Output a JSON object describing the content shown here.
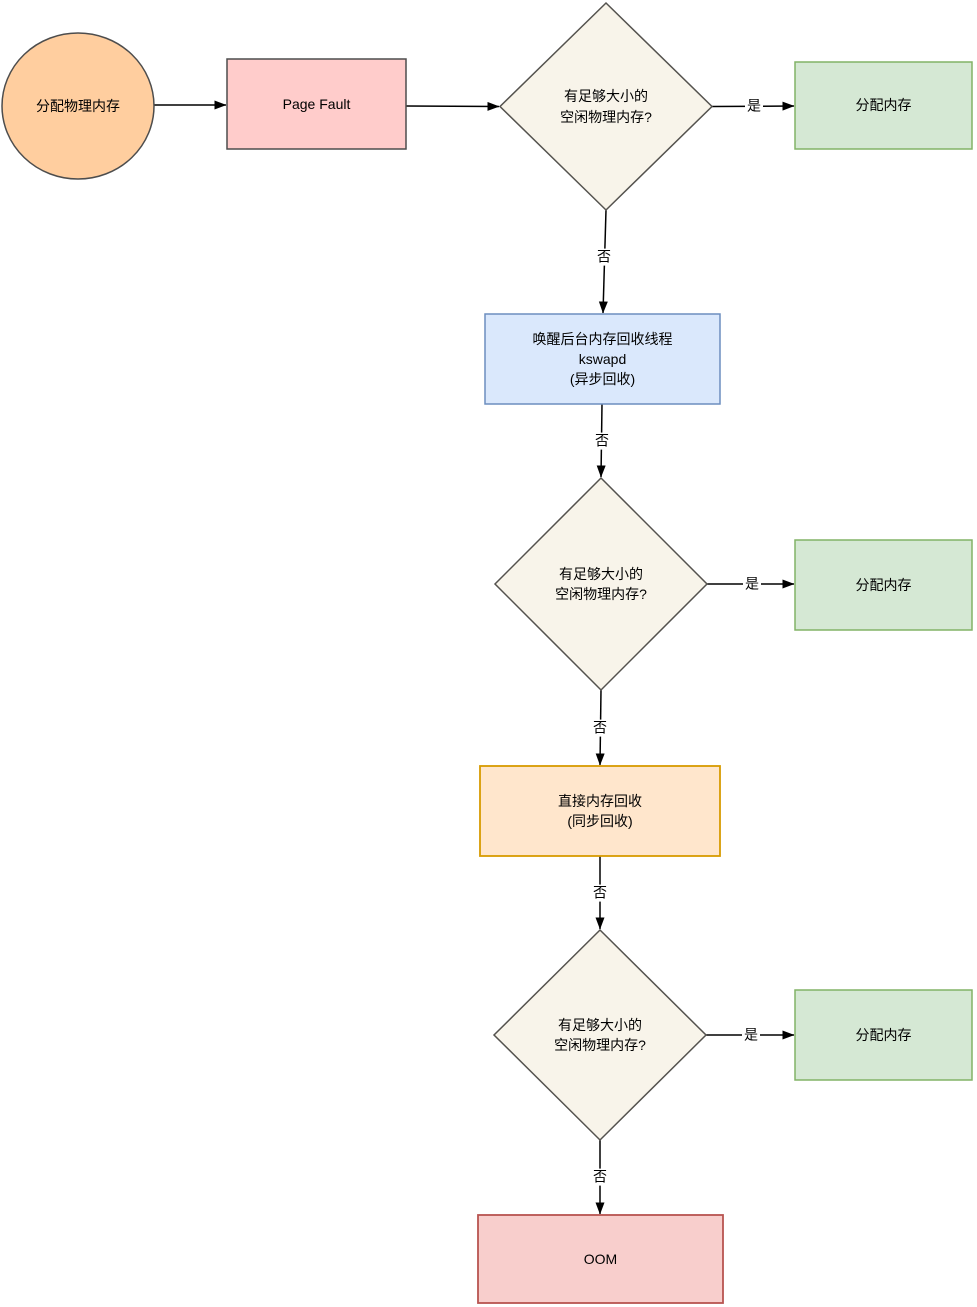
{
  "canvas": {
    "background": "#ffffff",
    "edge_color": "#000000",
    "text_color": "#000000"
  },
  "diagram": {
    "nodes": {
      "start": {
        "shape": "circle",
        "label": "分配物理内存",
        "fill": "#FFCE9F",
        "stroke": "#4D4D4D"
      },
      "page_fault": {
        "shape": "rect",
        "label": "Page Fault",
        "fill": "#FFCCCB",
        "stroke": "#4D4D4D"
      },
      "decision1": {
        "shape": "diamond",
        "label": "有足够大小的\n空闲物理内存?",
        "fill": "#F8F4EA",
        "stroke": "#54524E"
      },
      "allocate1": {
        "shape": "rect",
        "label": "分配内存",
        "fill": "#D5E8D4",
        "stroke": "#82B366"
      },
      "kswapd": {
        "shape": "rect",
        "label": "唤醒后台内存回收线程\nkswapd\n(异步回收)",
        "fill": "#DAE8FC",
        "stroke": "#6C8EBF"
      },
      "decision2": {
        "shape": "diamond",
        "label": "有足够大小的\n空闲物理内存?",
        "fill": "#F8F4EA",
        "stroke": "#54524E"
      },
      "allocate2": {
        "shape": "rect",
        "label": "分配内存",
        "fill": "#D5E8D4",
        "stroke": "#82B366"
      },
      "direct_reclaim": {
        "shape": "rect",
        "label": "直接内存回收\n(同步回收)",
        "fill": "#FFE6CC",
        "stroke": "#D79B00"
      },
      "decision3": {
        "shape": "diamond",
        "label": "有足够大小的\n空闲物理内存?",
        "fill": "#F8F4EA",
        "stroke": "#54524E"
      },
      "allocate3": {
        "shape": "rect",
        "label": "分配内存",
        "fill": "#D5E8D4",
        "stroke": "#82B366"
      },
      "oom": {
        "shape": "rect",
        "label": "OOM",
        "fill": "#F8CECC",
        "stroke": "#B85450"
      }
    },
    "edges": [
      {
        "from": "start",
        "to": "page_fault",
        "label": ""
      },
      {
        "from": "page_fault",
        "to": "decision1",
        "label": ""
      },
      {
        "from": "decision1",
        "to": "allocate1",
        "label": "是"
      },
      {
        "from": "decision1",
        "to": "kswapd",
        "label": "否"
      },
      {
        "from": "kswapd",
        "to": "decision2",
        "label": "否"
      },
      {
        "from": "decision2",
        "to": "allocate2",
        "label": "是"
      },
      {
        "from": "decision2",
        "to": "direct_reclaim",
        "label": "否"
      },
      {
        "from": "direct_reclaim",
        "to": "decision3",
        "label": "否"
      },
      {
        "from": "decision3",
        "to": "allocate3",
        "label": "是"
      },
      {
        "from": "decision3",
        "to": "oom",
        "label": "否"
      }
    ]
  }
}
